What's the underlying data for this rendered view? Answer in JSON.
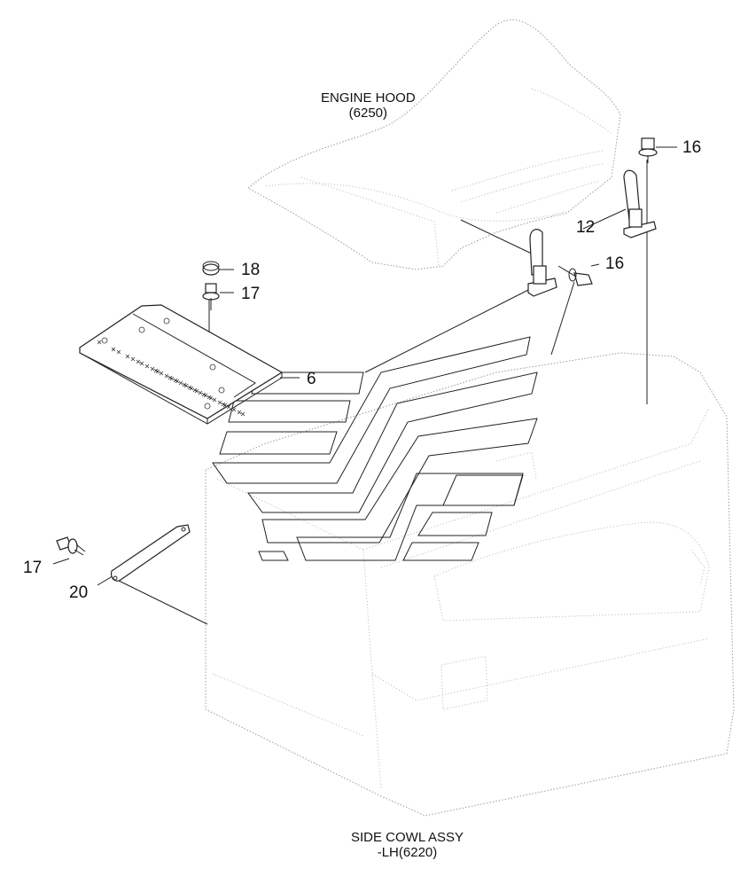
{
  "captions": {
    "engine_hood": {
      "line1": "ENGINE HOOD",
      "line2": "(6250)"
    },
    "side_cowl": {
      "line1": "SIDE COWL ASSY",
      "line2": "-LH(6220)"
    }
  },
  "callouts": {
    "c16_top": "16",
    "c12": "12",
    "c16_mid": "16",
    "c18": "18",
    "c17_top": "17",
    "c6": "6",
    "c17_left": "17",
    "c20": "20"
  }
}
